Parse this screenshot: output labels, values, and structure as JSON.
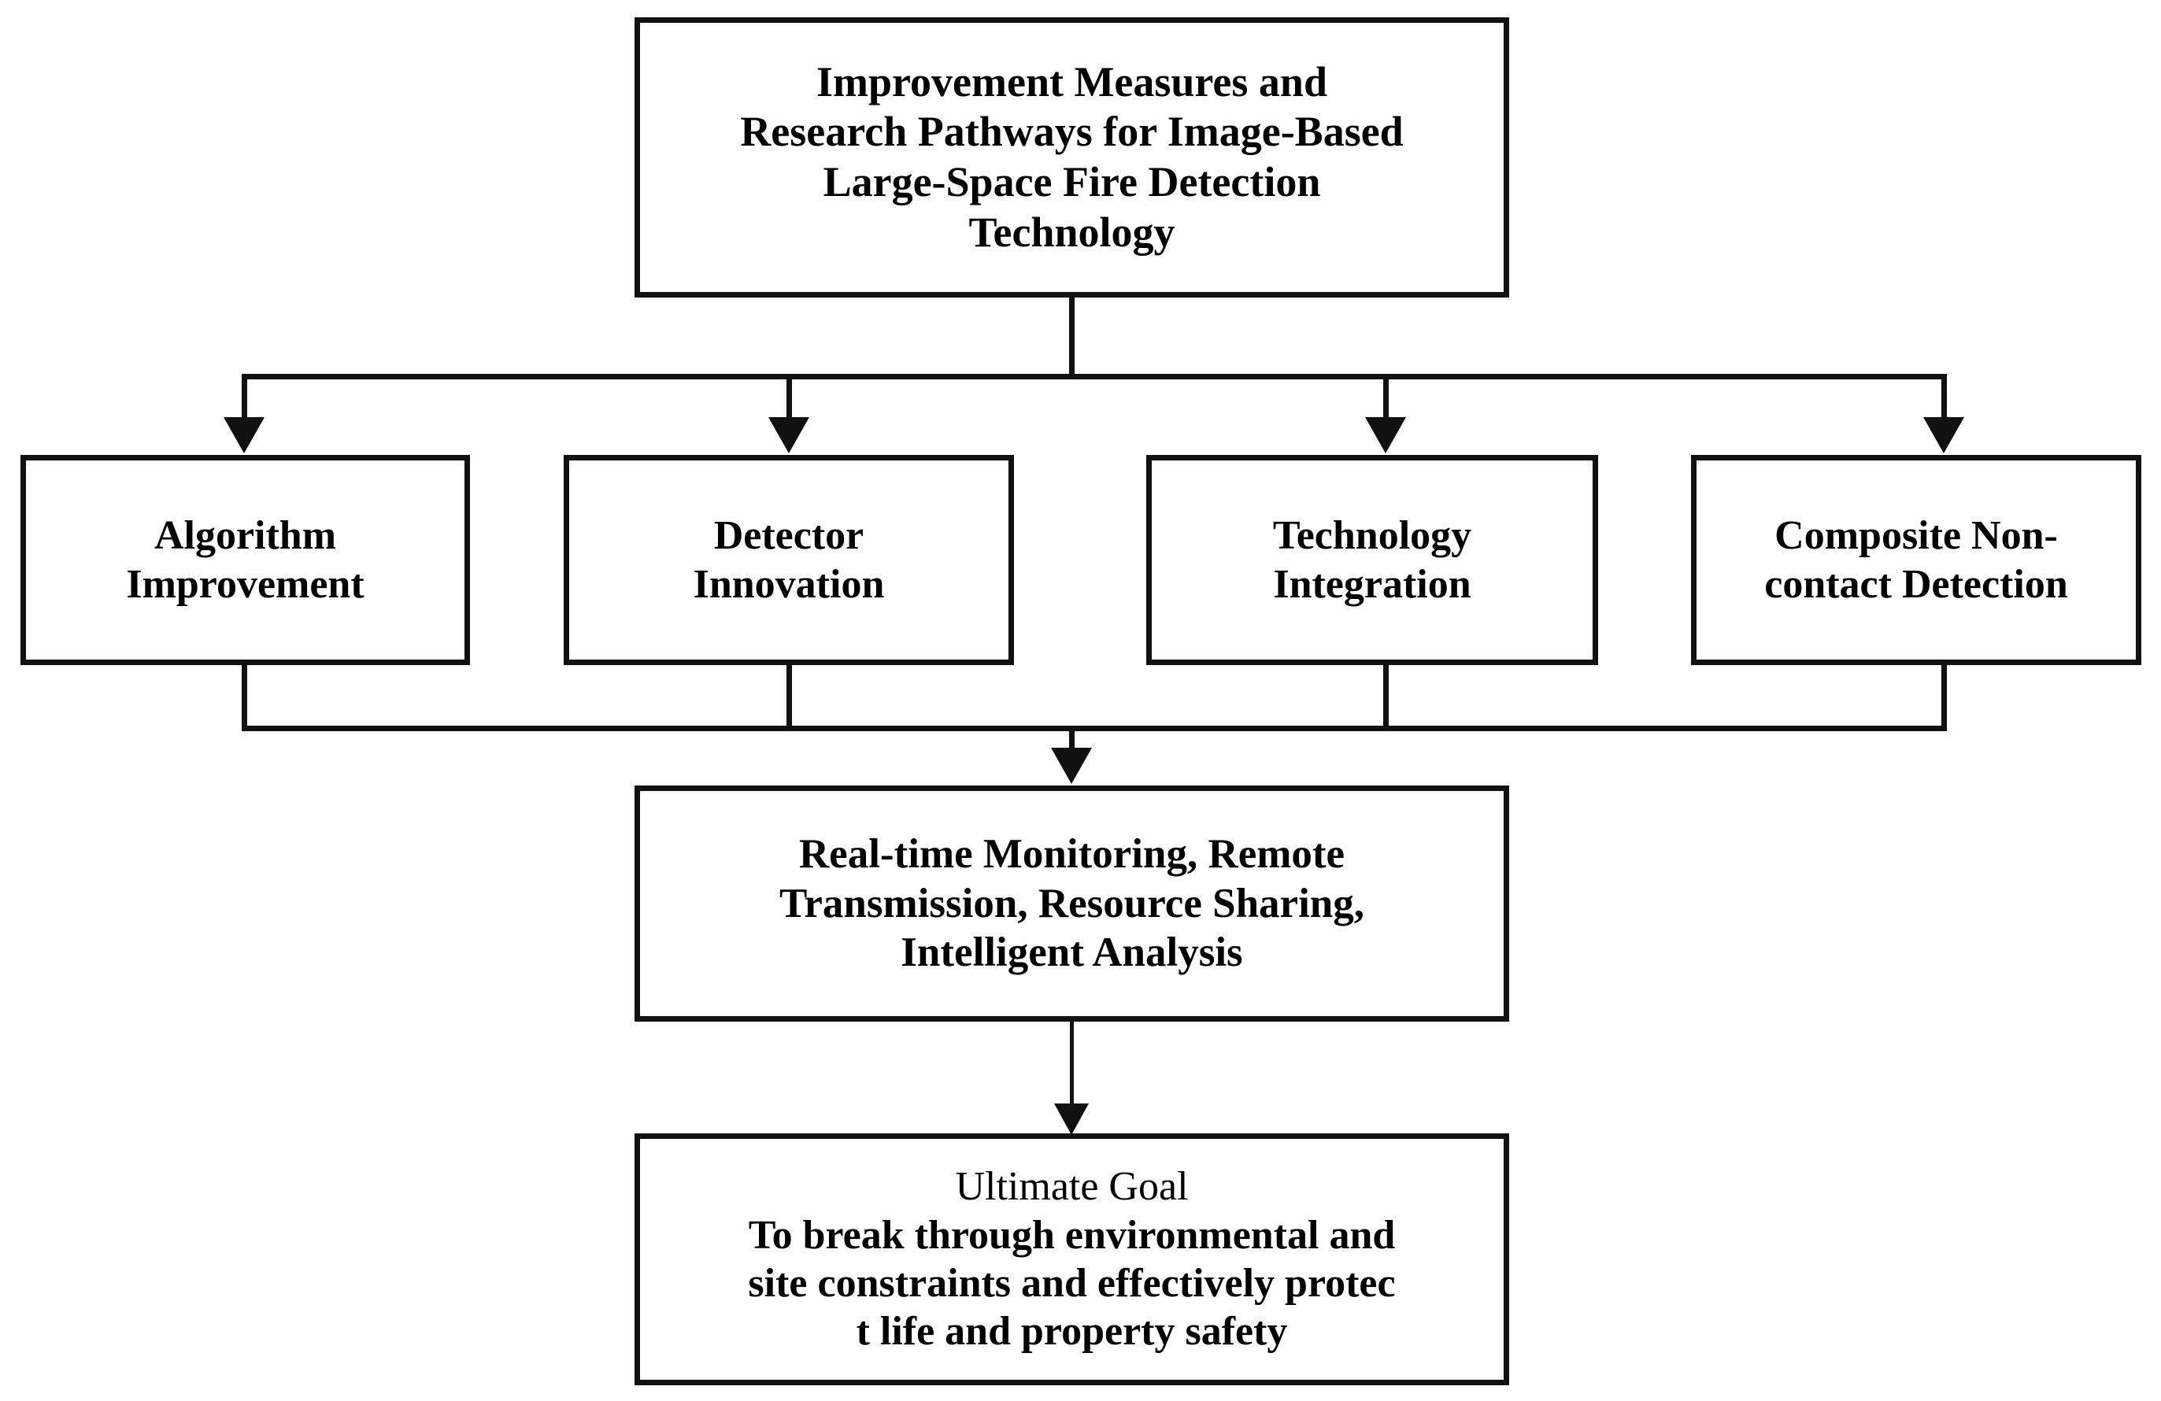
{
  "diagram": {
    "title": "Improvement Measures and Research Pathways for Image-Based Large-Space Fire Detection Technology",
    "root": {
      "lines": [
        "Improvement Measures and",
        "Research Pathways for Image-Based",
        "Large-Space Fire Detection",
        "Technology"
      ]
    },
    "branches": [
      {
        "id": "algorithm",
        "lines": [
          "Algorithm",
          "Improvement"
        ]
      },
      {
        "id": "detector",
        "lines": [
          "Detector",
          "Innovation"
        ]
      },
      {
        "id": "integration",
        "lines": [
          "Technology",
          "Integration"
        ]
      },
      {
        "id": "noncontact",
        "lines": [
          "Composite Non-",
          "contact Detection"
        ]
      }
    ],
    "capabilities": {
      "lines": [
        "Real-time Monitoring, Remote",
        "Transmission, Resource Sharing,",
        "Intelligent Analysis"
      ]
    },
    "goal": {
      "heading": "Ultimate Goal",
      "lines": [
        "To break through environmental and",
        "site constraints and effectively protec",
        "t life and property safety"
      ]
    },
    "colors": {
      "stroke": "#111111",
      "text": "#000000",
      "background": "#ffffff"
    }
  }
}
